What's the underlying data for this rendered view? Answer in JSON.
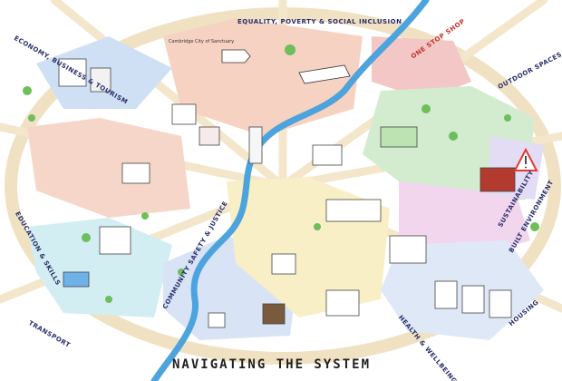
{
  "title": "NAVIGATING THE SYSTEM",
  "logo_text": "Cambridge City of Sanctuary",
  "zones": [
    {
      "id": "economy",
      "label": "ECONOMY, BUSINESS & TOURISM",
      "color": "#cfe0f5"
    },
    {
      "id": "equality",
      "label": "EQUALITY, POVERTY & SOCIAL INCLUSION",
      "color": "#f6d2c2"
    },
    {
      "id": "onestop",
      "label": "ONE STOP SHOP",
      "color": "#f4c7c7"
    },
    {
      "id": "outdoor",
      "label": "OUTDOOR SPACES",
      "color": "#d3ecd0"
    },
    {
      "id": "education",
      "label": "EDUCATION & SKILLS",
      "color": "#f6d6c8"
    },
    {
      "id": "transport",
      "label": "TRANSPORT",
      "color": "#d2eef2"
    },
    {
      "id": "community",
      "label": "COMMUNITY SAFETY & JUSTICE",
      "color": "#d8e3f6"
    },
    {
      "id": "health",
      "label": "HEALTH & WELLBEING",
      "color": "#f8efc6"
    },
    {
      "id": "built",
      "label": "BUILT ENVIRONMENT",
      "color": "#f2d6ee"
    },
    {
      "id": "sustainability",
      "label": "SUSTAINABILITY",
      "color": "#e3dcf5"
    },
    {
      "id": "housing",
      "label": "HOUSING",
      "color": "#dfe8f7"
    }
  ],
  "colors": {
    "ring": "#f0e1c2",
    "river": "#4da3dc",
    "road": "#f3e6cb",
    "building": "#ffffff",
    "outline": "#444444",
    "tree": "#6cbf5a",
    "warning": "#e23b2e"
  },
  "icons": {
    "warning": "warning-triangle-icon",
    "tree": "tree-icon"
  }
}
